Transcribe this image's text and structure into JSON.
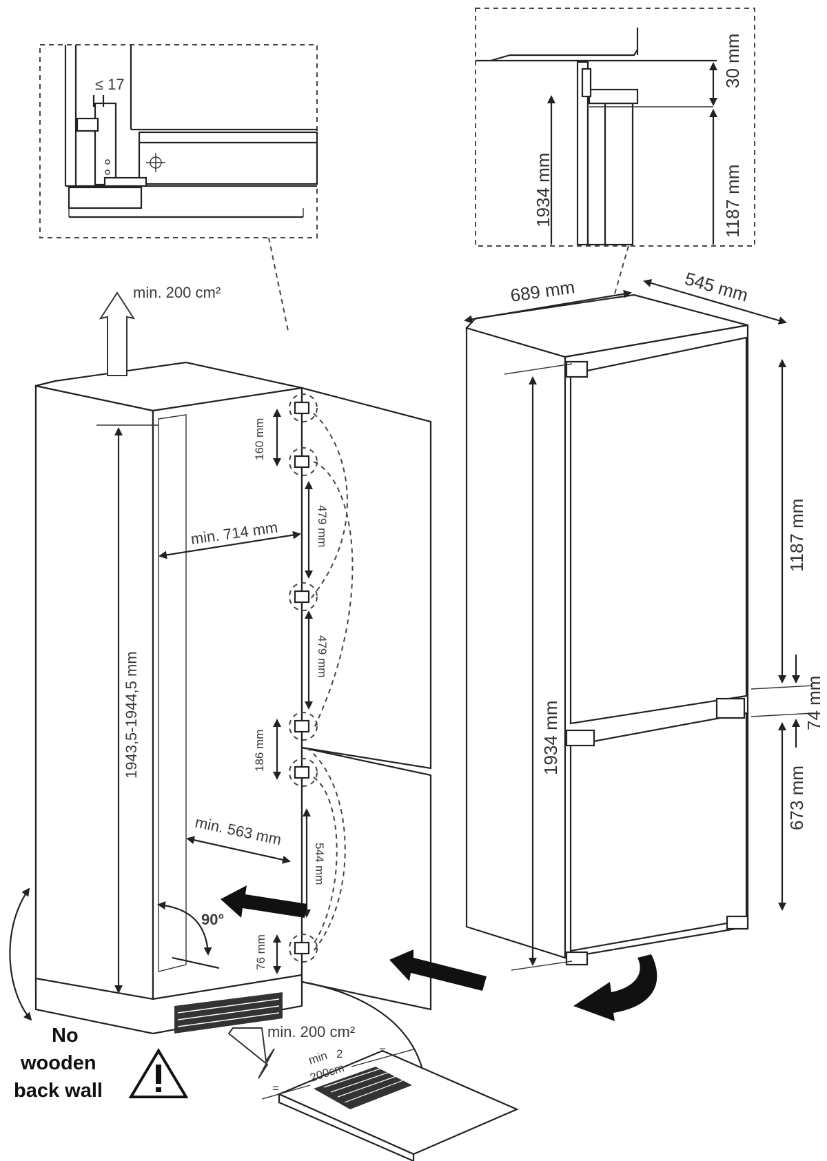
{
  "labels": {
    "gap_top": "≤ 17",
    "top_30": "30 mm",
    "top_1187": "1187 mm",
    "top_1934": "1934 mm",
    "vent_top": "min. 200 cm²",
    "width_689": "689 mm",
    "depth_545": "545 mm",
    "hinge_160": "160 mm",
    "hinge_479a": "479 mm",
    "hinge_479b": "479 mm",
    "hinge_186": "186 mm",
    "hinge_544": "544 mm",
    "hinge_76": "76 mm",
    "min_714": "min. 714 mm",
    "min_563": "min. 563 mm",
    "niche_height": "1943,5-1944,5 mm",
    "angle_90": "90°",
    "right_1187": "1187 mm",
    "right_1934": "1934 mm",
    "right_74": "74 mm",
    "right_673": "673 mm",
    "vent_bottom": "min. 200 cm²",
    "plinth_min": "min",
    "plinth_2": "2",
    "plinth_200": "200cm",
    "eq_left": "=",
    "eq_right": "=",
    "no_wooden_1": "No",
    "no_wooden_2": "wooden",
    "no_wooden_3": "back wall"
  },
  "icons": {
    "warning": "warning-triangle-icon",
    "hinge": "hinge-icon",
    "arrow": "push-arrow-icon",
    "rotate": "rotate-arrow-icon"
  }
}
